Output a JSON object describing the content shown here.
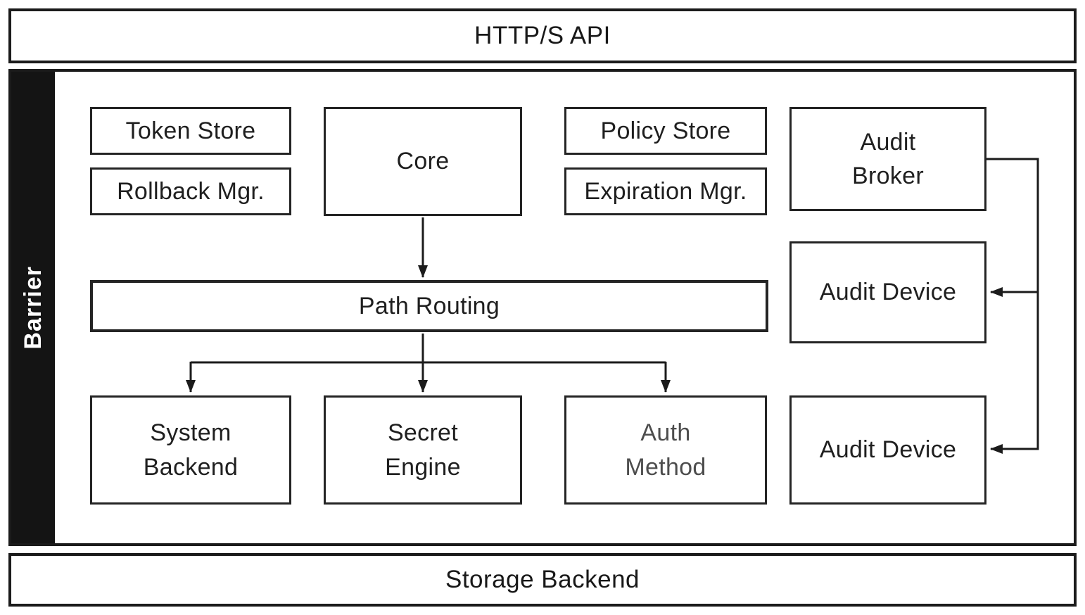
{
  "diagram": {
    "api_bar": {
      "label": "HTTP/S API"
    },
    "barrier": {
      "label": "Barrier"
    },
    "storage_bar": {
      "label": "Storage Backend"
    },
    "nodes": {
      "token_store": {
        "label": "Token Store"
      },
      "rollback_mgr": {
        "label": "Rollback Mgr."
      },
      "core": {
        "label": "Core"
      },
      "policy_store": {
        "label": "Policy Store"
      },
      "expiration_mgr": {
        "label": "Expiration Mgr."
      },
      "audit_broker": {
        "label": "Audit Broker"
      },
      "path_routing": {
        "label": "Path Routing"
      },
      "audit_device_top": {
        "label": "Audit Device"
      },
      "system_backend": {
        "label": "System Backend"
      },
      "secret_engine": {
        "label": "Secret Engine"
      },
      "auth_method": {
        "label": "Auth Method",
        "text_color": "#4d4d4d"
      },
      "audit_device_bottom": {
        "label": "Audit Device"
      }
    },
    "edges": [
      {
        "from": "core",
        "to": "path_routing"
      },
      {
        "from": "path_routing",
        "to": "system_backend"
      },
      {
        "from": "path_routing",
        "to": "secret_engine"
      },
      {
        "from": "path_routing",
        "to": "auth_method"
      },
      {
        "from": "audit_broker",
        "to": "audit_device_top"
      },
      {
        "from": "audit_broker",
        "to": "audit_device_bottom"
      }
    ],
    "colors": {
      "line": "#1b1b1b",
      "box_border": "#242424",
      "text": "#1f1f1f",
      "muted_text": "#4d4d4d",
      "barrier_bg": "#141414",
      "barrier_text": "#ffffff",
      "background": "#ffffff"
    }
  }
}
